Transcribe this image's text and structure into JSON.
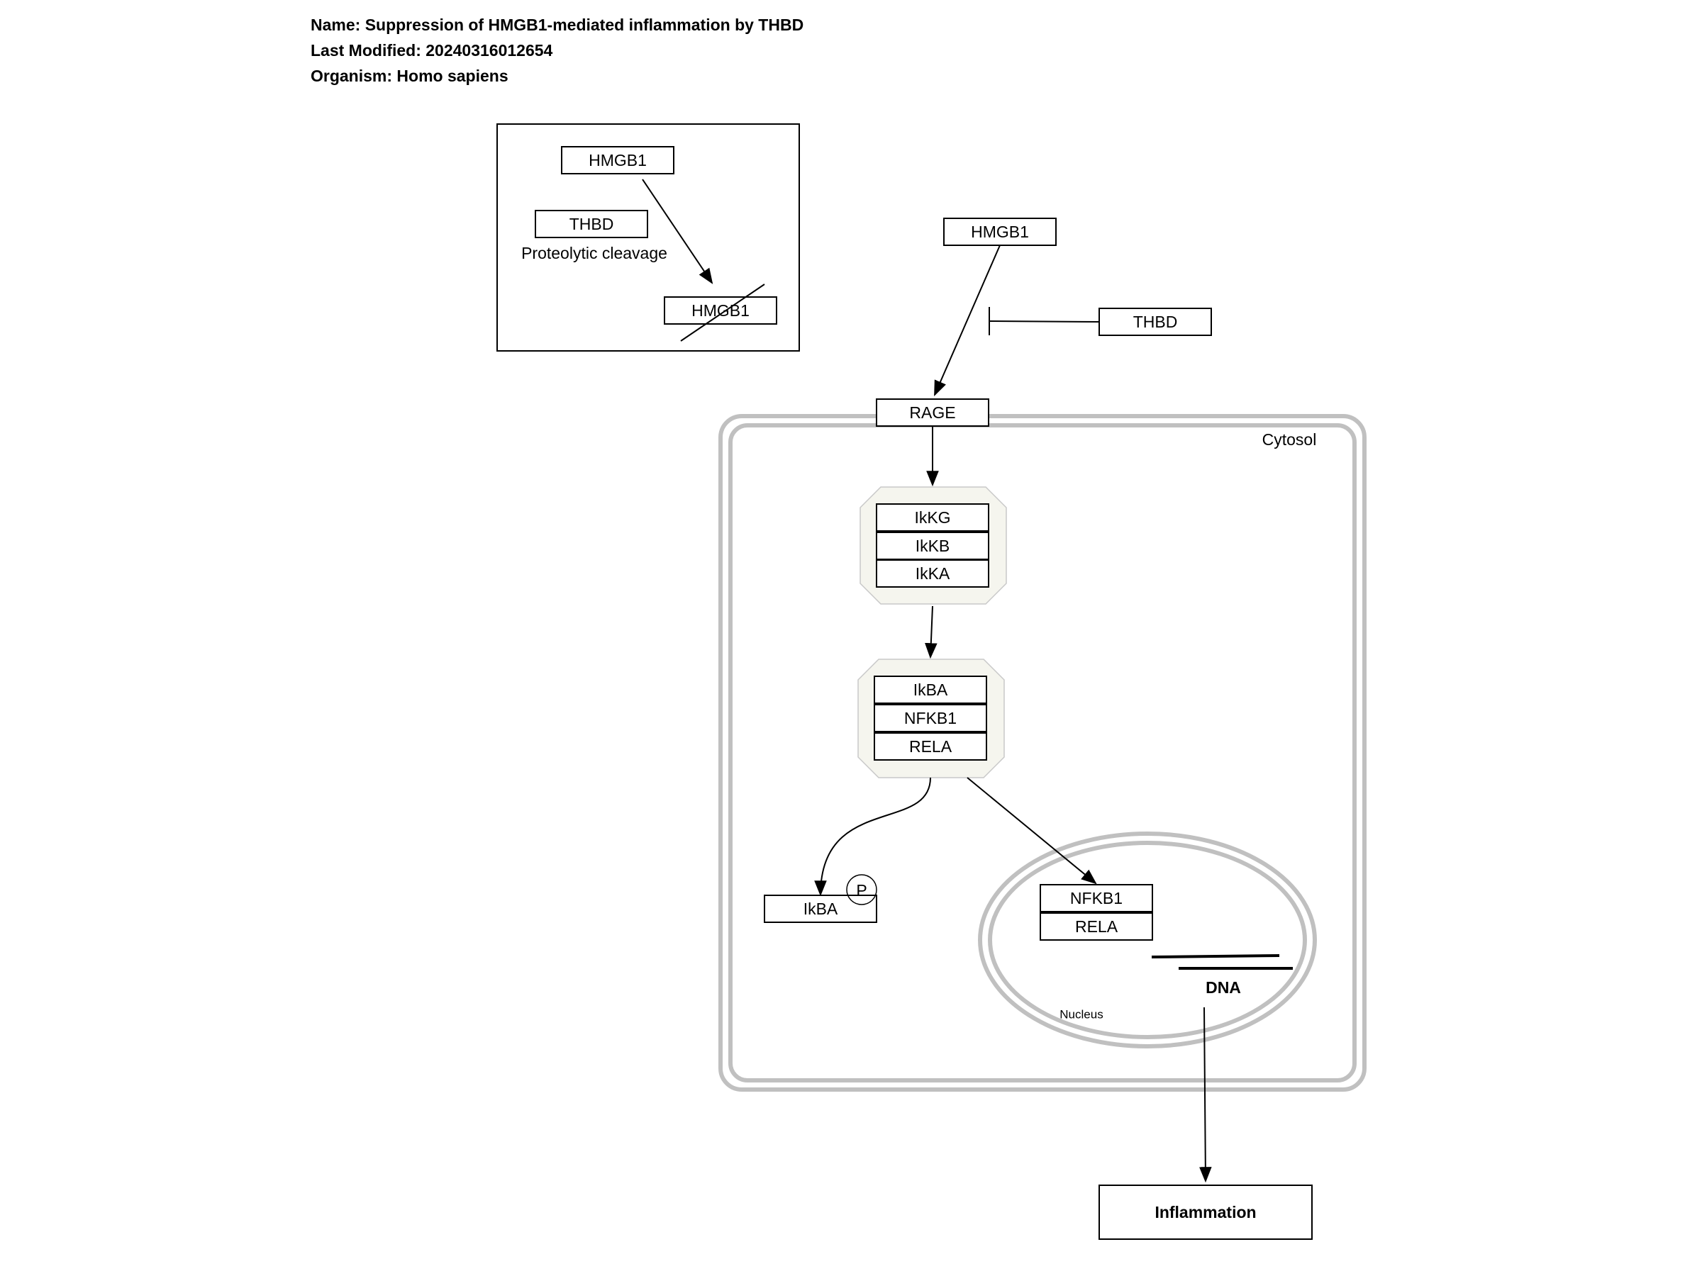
{
  "header": {
    "name": "Name: Suppression of HMGB1-mediated inflammation by THBD",
    "modified": "Last Modified: 20240316012654",
    "organism": "Organism: Homo sapiens"
  },
  "legend": {
    "hmgb1": "HMGB1",
    "thbd": "THBD",
    "cleavage_label": "Proteolytic cleavage",
    "hmgb1_cleaved": "HMGB1"
  },
  "nodes": {
    "hmgb1": "HMGB1",
    "thbd": "THBD",
    "rage": "RAGE",
    "ikk_complex": [
      "IkKG",
      "IkKB",
      "IkKA"
    ],
    "nfkb_complex": [
      "IkBA",
      "NFKB1",
      "RELA"
    ],
    "ikba_p": "IkBA",
    "phospho": "P",
    "nuclear_complex": [
      "NFKB1",
      "RELA"
    ],
    "dna": "DNA",
    "inflammation": "Inflammation"
  },
  "compartments": {
    "cytosol": "Cytosol",
    "nucleus": "Nucleus"
  },
  "colors": {
    "membrane": "#c0c0c0",
    "complex_fill": "#f5f5ee",
    "complex_stroke": "#c8c8c8",
    "line": "#000000"
  }
}
